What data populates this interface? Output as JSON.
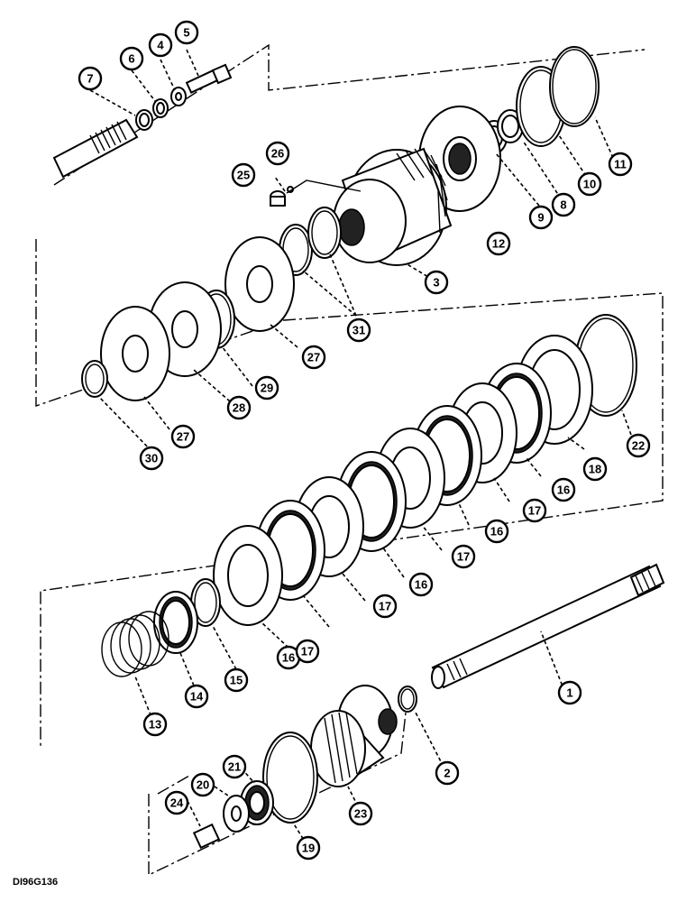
{
  "drawing_code": "DI96G136",
  "callouts": [
    "1",
    "2",
    "3",
    "4",
    "5",
    "6",
    "7",
    "8",
    "9",
    "10",
    "11",
    "12",
    "13",
    "14",
    "15",
    "16",
    "16",
    "16",
    "16",
    "17",
    "17",
    "17",
    "17",
    "18",
    "19",
    "20",
    "21",
    "22",
    "23",
    "24",
    "25",
    "26",
    "27",
    "27",
    "28",
    "29",
    "30",
    "31"
  ]
}
